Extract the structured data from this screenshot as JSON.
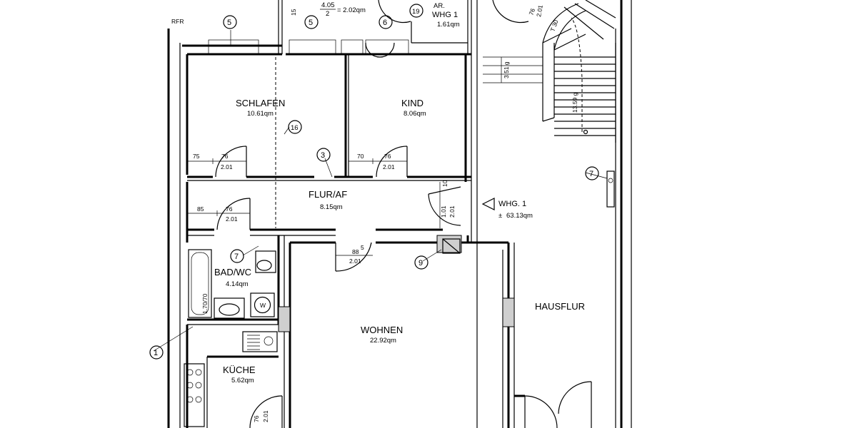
{
  "rooms": {
    "schlafen": {
      "name": "SCHLAFEN",
      "area": "10.61qm"
    },
    "kind": {
      "name": "KIND",
      "area": "8.06qm"
    },
    "flur": {
      "name": "FLUR/AF",
      "area": "8.15qm"
    },
    "bad": {
      "name": "BAD/WC",
      "area": "4.14qm"
    },
    "wohnen": {
      "name": "WOHNEN",
      "area": "22.92qm"
    },
    "kueche": {
      "name": "KÜCHE",
      "area": "5.62qm"
    },
    "hausflur": {
      "name": "HAUSFLUR"
    },
    "abstell": {
      "name_line1": "AR.",
      "name_line2": "WHG 1",
      "area": "1.61qm"
    },
    "balkon_area": "= 2.02qm",
    "balkon_fraction_num": "4.05",
    "balkon_fraction_den": "2"
  },
  "apartment": {
    "name": "WHG. 1",
    "area": "63.13qm"
  },
  "markers": {
    "m1": "1",
    "m3": "3",
    "m5a": "5",
    "m5b": "5",
    "m6": "6",
    "m7a": "7",
    "m7b": "7",
    "m9": "9",
    "m16": "16",
    "m19": "19"
  },
  "dims": {
    "d75": "75",
    "d76a": "76",
    "d201a": "2.01",
    "d70": "70",
    "d76b": "76",
    "d201b": "2.01",
    "d85": "85",
    "d76c": "76",
    "d201c": "2.01",
    "d885": "88",
    "d885sup": "5",
    "d201d": "2.01",
    "d10": "10",
    "d101": "1.01",
    "d201e": "2.01",
    "d76d": "76",
    "d201f": "2.01",
    "d76e": "76",
    "d201g": "2.01",
    "d15": "15",
    "d351": "3.51 g",
    "d1359": "13.59 g",
    "t30": "T 30",
    "d17070": "1.70/70",
    "rfr": "RFR",
    "w": "W"
  },
  "colors": {
    "line": "#000000",
    "background": "#ffffff",
    "hatch": "#cfcfcf"
  }
}
